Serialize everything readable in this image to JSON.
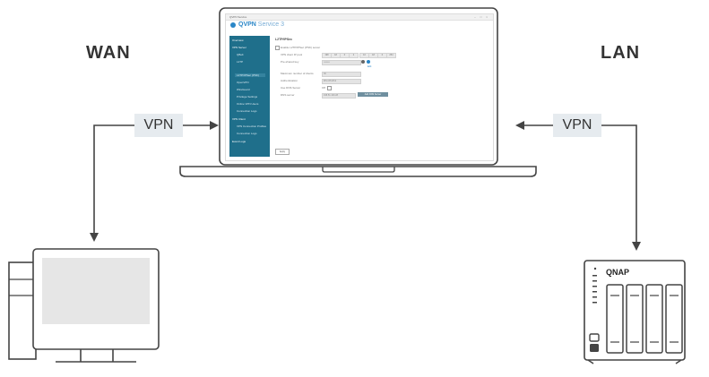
{
  "diagram": {
    "left_label": "WAN",
    "right_label": "LAN",
    "left_tag": "VPN",
    "right_tag": "VPN",
    "nas_brand": "QNAP"
  },
  "app": {
    "window_title": "QVPN Service",
    "title_main": "QVPN",
    "title_sub": " Service 3",
    "window_controls": "–  □  ×",
    "sidebar": [
      {
        "label": "Overview",
        "sub": false
      },
      {
        "label": "VPN Server",
        "sub": false
      },
      {
        "label": "QBelt",
        "sub": true
      },
      {
        "label": "L2TP",
        "sub": true
      },
      {
        "label": "L2TP/IPSec (PSK)",
        "sub": true,
        "active": true
      },
      {
        "label": "OpenVPN",
        "sub": true
      },
      {
        "label": "WireGuard",
        "sub": true
      },
      {
        "label": "Privilege Settings",
        "sub": true
      },
      {
        "label": "Online VPN Users",
        "sub": true
      },
      {
        "label": "Connection Logs",
        "sub": true
      },
      {
        "label": "VPN Client",
        "sub": false
      },
      {
        "label": "VPN Connection Profiles",
        "sub": true
      },
      {
        "label": "Connection Logs",
        "sub": true
      },
      {
        "label": "Event Logs",
        "sub": false
      }
    ],
    "content": {
      "title": "L2TP/IPSec",
      "enable_label": "Enable L2TP/IPSec (PSK) server",
      "ip_pool_label": "VPN client IP pool",
      "ip_segments": [
        "198",
        "18",
        "0",
        "2",
        "10",
        "18",
        "0",
        "254"
      ],
      "psk_label": "Pre-shared key",
      "psk_value": "••••••••",
      "psk_hint": "Edit",
      "max_clients_label": "Maximum number of clients",
      "max_clients_value": "30",
      "auth_label": "Authentication",
      "auth_value": "MS-CHAPv2",
      "dns_label": "Use DNS Server",
      "dns_value": "Off",
      "server_label": "DNS server",
      "server_value": "198.51.100.28",
      "add_button": "Add DNS Server",
      "apply_button": "Apply"
    }
  }
}
